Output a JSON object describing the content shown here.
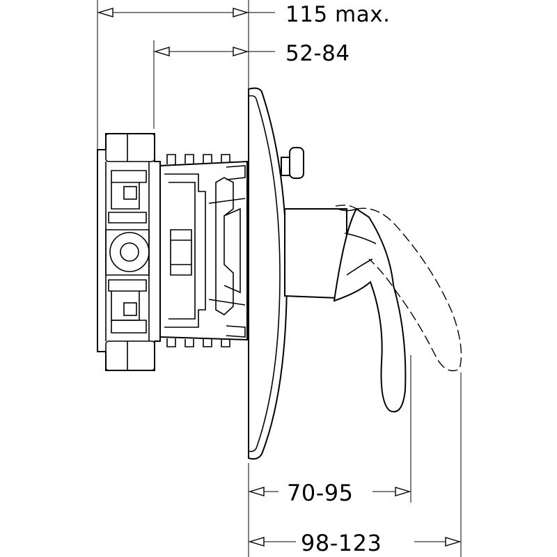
{
  "dimensions": {
    "overall_depth": "115 max.",
    "body_depth_range": "52-84",
    "handle_projection_closed": "70-95",
    "handle_projection_open": "98-123"
  }
}
